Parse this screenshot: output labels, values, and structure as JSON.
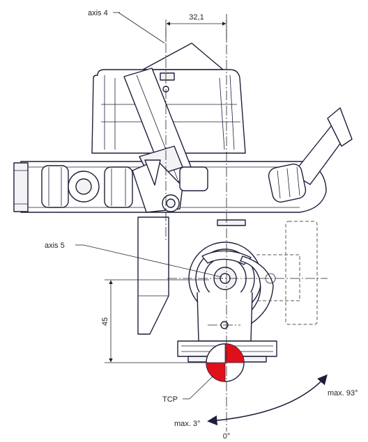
{
  "labels": {
    "axis4": "axis 4",
    "axis5": "axis 5",
    "tcp": "TCP",
    "dim_top": "32,1",
    "dim_left": "45",
    "angle_pos": "max. 93°",
    "angle_neg": "max. 3°",
    "angle_zero": "0°"
  },
  "colors": {
    "line": "#1d1f3a",
    "tcp_red": "#e0101a"
  }
}
